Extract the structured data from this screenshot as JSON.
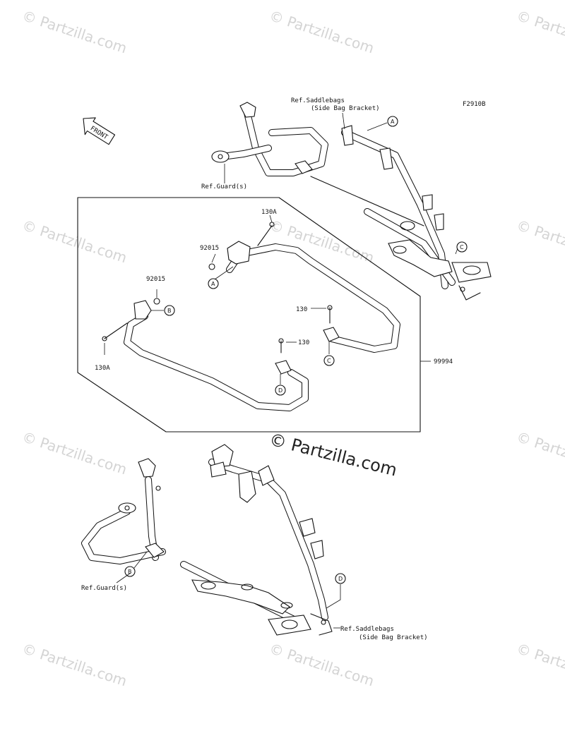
{
  "diagram": {
    "figure_code": "F2910B",
    "front_label": "FRONT",
    "watermark_text": "© Partzilla.com",
    "watermark_main": "© Partzilla.com",
    "top_assembly": {
      "ref_saddlebags": "Ref.Saddlebags",
      "ref_saddlebags_sub": "(Side Bag Bracket)",
      "ref_guard": "Ref.Guard(s)",
      "callout_a": "A",
      "callout_c": "C"
    },
    "kit_box": {
      "part_number": "99994",
      "bolt_130a_top": "130A",
      "nut_92015_top": "92015",
      "nut_92015_left": "92015",
      "bolt_130a_left": "130A",
      "bolt_130_right": "130",
      "bolt_130_mid": "130",
      "callout_a": "A",
      "callout_b": "B",
      "callout_c": "C",
      "callout_d": "D"
    },
    "bottom_assembly": {
      "ref_guard": "Ref.Guard(s)",
      "ref_saddlebags": "Ref.Saddlebags",
      "ref_saddlebags_sub": "(Side Bag Bracket)",
      "callout_b": "B",
      "callout_d": "D"
    }
  }
}
